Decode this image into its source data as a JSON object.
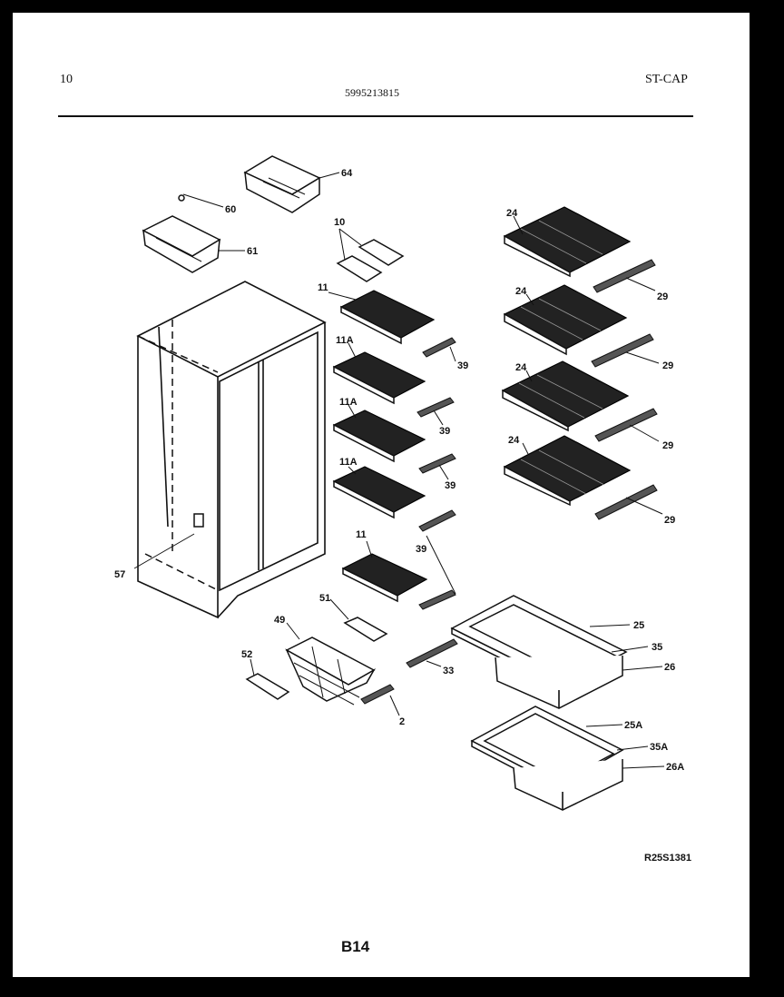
{
  "header": {
    "page_number": "10",
    "part_number": "5995213815",
    "model_code": "ST-CAP"
  },
  "callouts": {
    "c64": "64",
    "c60": "60",
    "c61": "61",
    "c10": "10",
    "c24a": "24",
    "c24b": "24",
    "c24c": "24",
    "c24d": "24",
    "c11a": "11",
    "c11b": "11",
    "c11A1": "11A",
    "c11A2": "11A",
    "c11A3": "11A",
    "c29a": "29",
    "c29b": "29",
    "c29c": "29",
    "c29d": "29",
    "c39a": "39",
    "c39b": "39",
    "c39c": "39",
    "c39d": "39",
    "c57": "57",
    "c51": "51",
    "c49": "49",
    "c52": "52",
    "c2": "2",
    "c33": "33",
    "c25": "25",
    "c35": "35",
    "c26": "26",
    "c25A": "25A",
    "c35A": "35A",
    "c26A": "26A"
  },
  "drawing_code": "R25S1381",
  "footer_page": "B14"
}
